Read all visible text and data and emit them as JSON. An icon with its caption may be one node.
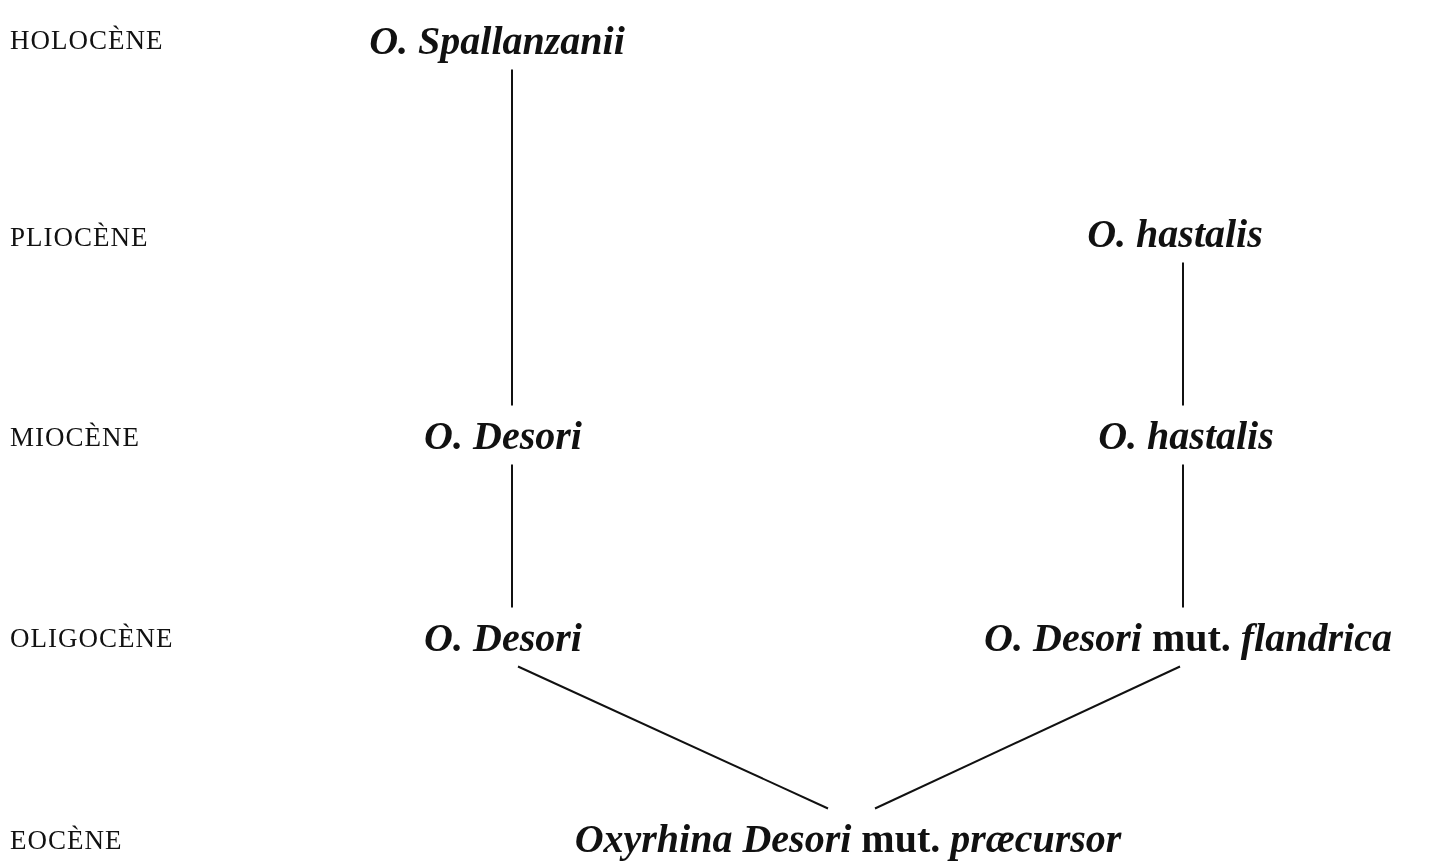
{
  "diagram": {
    "nodes": [
      {
        "text": [
          "O. Spallanzanii"
        ]
      },
      {
        "text": [
          "O. hastalis"
        ]
      },
      {
        "text": [
          "O. Desori"
        ]
      },
      {
        "text": [
          "O. hastalis"
        ]
      },
      {
        "text": [
          "O. Desori"
        ]
      },
      {
        "text": [
          "*O. Desori* mut. *flandrica*"
        ]
      },
      {
        "text": [
          "*Oxyrhina Desori* mut. *præcursor*"
        ]
      }
    ],
    "edges": [
      {
        "from": 0,
        "to": 2,
        "arrow": "none"
      },
      {
        "from": 1,
        "to": 3,
        "arrow": "none"
      },
      {
        "from": 2,
        "to": 4,
        "arrow": "none"
      },
      {
        "from": 3,
        "to": 5,
        "arrow": "none"
      },
      {
        "from": 4,
        "to": 6,
        "arrow": "none"
      },
      {
        "from": 5,
        "to": 6,
        "arrow": "none"
      }
    ],
    "labels": [
      "HOLOCÈNE",
      "PLIOCÈNE",
      "MIOCÈNE",
      "OLIGOCÈNE",
      "EOCÈNE"
    ]
  }
}
